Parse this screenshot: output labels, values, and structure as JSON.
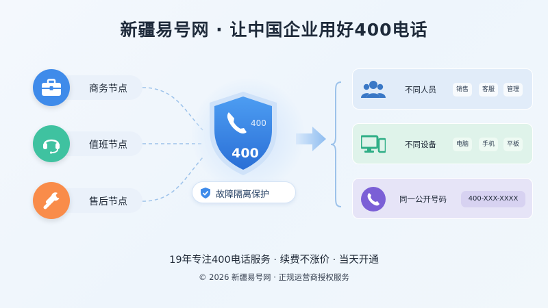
{
  "title": "新疆易号网 · 让中国企业用好400电话",
  "nodes": [
    {
      "label": "商务节点",
      "icon": "briefcase-icon",
      "color": "#3f8bea"
    },
    {
      "label": "值班节点",
      "icon": "headset-icon",
      "color": "#3fc2a0"
    },
    {
      "label": "售后节点",
      "icon": "wrench-icon",
      "color": "#f98c4a"
    }
  ],
  "shield": {
    "icon": "phone-shield-icon",
    "small_text": "400",
    "number": "400",
    "badge": "故障隔离保护"
  },
  "cards": [
    {
      "label": "不同人员",
      "icon": "users-icon",
      "tags": [
        "销售",
        "客服",
        "管理"
      ]
    },
    {
      "label": "不同设备",
      "icon": "devices-icon",
      "tags": [
        "电脑",
        "手机",
        "平板"
      ]
    },
    {
      "label": "同一公开号码",
      "icon": "phone-icon",
      "number": "400-XXX-XXXX"
    }
  ],
  "footer": {
    "line1": "19年专注400电话服务 · 续费不涨价 · 当天开通",
    "line2": "© 2026 新疆易号网 · 正规运营商授权服务"
  }
}
